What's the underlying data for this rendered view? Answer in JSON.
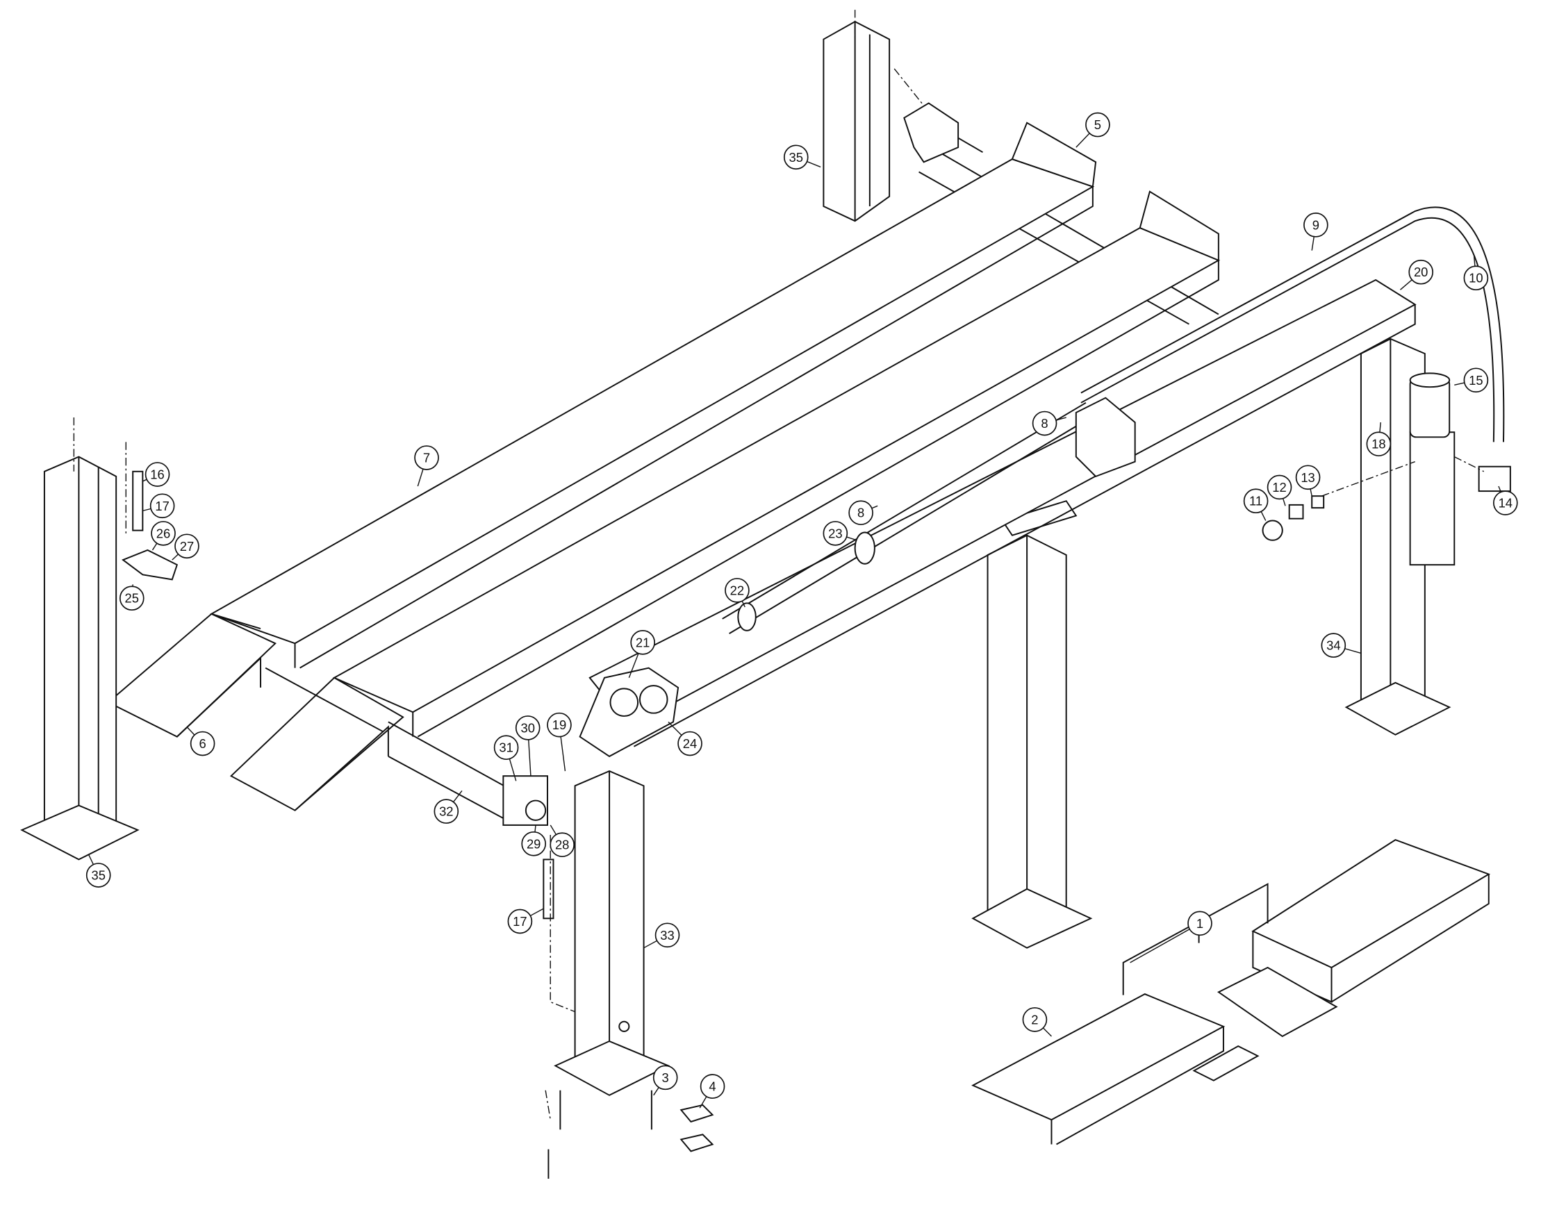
{
  "title": "Four-post lift exploded parts diagram",
  "line_color": "#111111",
  "callouts": [
    {
      "label": "5",
      "part": "rear-stop-bracket"
    },
    {
      "label": "35",
      "part": "rear-post"
    },
    {
      "label": "9",
      "part": "hydraulic-hose"
    },
    {
      "label": "10",
      "part": "hydraulic-hose-loop"
    },
    {
      "label": "20",
      "part": "cable-sheave-rear"
    },
    {
      "label": "15",
      "part": "power-unit-motor"
    },
    {
      "label": "18",
      "part": "power-unit-bracket"
    },
    {
      "label": "8",
      "part": "hose-fitting-upper"
    },
    {
      "label": "8",
      "part": "hose-fitting-lower"
    },
    {
      "label": "13",
      "part": "fitting"
    },
    {
      "label": "12",
      "part": "adapter"
    },
    {
      "label": "11",
      "part": "cap"
    },
    {
      "label": "14",
      "part": "valve"
    },
    {
      "label": "7",
      "part": "runway"
    },
    {
      "label": "16",
      "part": "lock-ladder-top"
    },
    {
      "label": "17",
      "part": "lock-ladder"
    },
    {
      "label": "26",
      "part": "safety-latch"
    },
    {
      "label": "27",
      "part": "latch-bracket"
    },
    {
      "label": "25",
      "part": "cable-pulley"
    },
    {
      "label": "23",
      "part": "hydraulic-cylinder"
    },
    {
      "label": "22",
      "part": "cylinder-rod-end"
    },
    {
      "label": "21",
      "part": "sheaves"
    },
    {
      "label": "24",
      "part": "sheave-bracket"
    },
    {
      "label": "6",
      "part": "approach-ramp"
    },
    {
      "label": "34",
      "part": "power-side-post"
    },
    {
      "label": "30",
      "part": "latch-spring"
    },
    {
      "label": "19",
      "part": "release-cable"
    },
    {
      "label": "31",
      "part": "latch-plate"
    },
    {
      "label": "32",
      "part": "cross-beam"
    },
    {
      "label": "29",
      "part": "pulley"
    },
    {
      "label": "28",
      "part": "pin"
    },
    {
      "label": "35",
      "part": "front-left-post"
    },
    {
      "label": "17",
      "part": "lock-ladder-front"
    },
    {
      "label": "33",
      "part": "front-post"
    },
    {
      "label": "1",
      "part": "jack-tray-assembly"
    },
    {
      "label": "2",
      "part": "jack-tray"
    },
    {
      "label": "3",
      "part": "anchor-bolt"
    },
    {
      "label": "4",
      "part": "shim"
    }
  ]
}
